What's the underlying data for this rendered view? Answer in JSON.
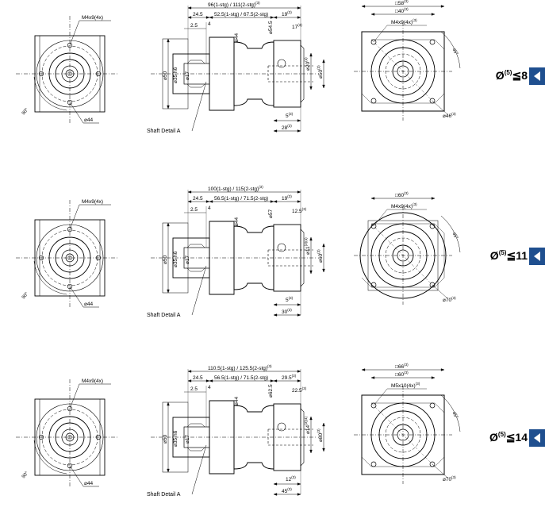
{
  "rows": [
    {
      "ratio_label": "Ø",
      "ratio_sup": "(5)",
      "ratio_value": "≦8",
      "front": {
        "screw": "M4x9(4x)",
        "angle": "90°",
        "dia": "⌀44"
      },
      "side": {
        "total_len": "96(1-stg) / 111(2-stg)",
        "total_sup": "(3)",
        "d1": "24.5",
        "d2": "52.5(1-stg) / 67.5(2-stg)",
        "d3": "19",
        "d3_sup": "(3)",
        "d4": "2.5",
        "d5": "4",
        "d6": "17",
        "d6_sup": "(3)",
        "dia_44": "⌀44",
        "dia_54": "⌀54.5",
        "dia_50": "⌀50",
        "dia_35": "⌀35 h6",
        "dia_17": "⌀17",
        "dia_20": "⌀20",
        "dia_20_sup": "(4)",
        "dia_fit": "⌀50",
        "dia_fit_sup": "(3)",
        "d_5": "5",
        "d_5_sup": "(3)",
        "d_28": "28",
        "d_28_sup": "(3)",
        "shaft_detail": "Shaft Detail A"
      },
      "end": {
        "sq_outer": "□58",
        "sq_outer_sup": "(3)",
        "sq_inner": "□40",
        "sq_inner_sup": "(3)",
        "screw": "M4x9(4x)",
        "screw_sup": "(3)",
        "angle": "45°",
        "dia": "⌀46",
        "dia_sup": "(3)"
      }
    },
    {
      "ratio_label": "Ø",
      "ratio_sup": "(5)",
      "ratio_value": "≦11",
      "front": {
        "screw": "M4x9(4x)",
        "angle": "90°",
        "dia": "⌀44"
      },
      "side": {
        "total_len": "100(1-stg) / 115(2-stg)",
        "total_sup": "(3)",
        "d1": "24.5",
        "d2": "56.5(1-stg) / 71.5(2-stg)",
        "d3": "19",
        "d3_sup": "(3)",
        "d4": "2.5",
        "d5": "4",
        "d6": "12.5",
        "d6_sup": "(3)",
        "dia_44": "⌀44",
        "dia_54": "⌀57",
        "dia_50": "⌀50",
        "dia_35": "⌀35 h6",
        "dia_17": "⌀17",
        "dia_20": "⌀11",
        "dia_20_sup": "(3)(4)",
        "dia_fit": "⌀60",
        "dia_fit_sup": "(3)",
        "d_5": "5",
        "d_5_sup": "(3)",
        "d_28": "30",
        "d_28_sup": "(3)",
        "shaft_detail": "Shaft Detail A"
      },
      "end": {
        "sq_outer": "",
        "sq_outer_sup": "",
        "sq_inner": "□60",
        "sq_inner_sup": "(3)",
        "screw": "M4x9(4x)",
        "screw_sup": "(3)",
        "angle": "45°",
        "dia": "⌀70",
        "dia_sup": "(3)"
      }
    },
    {
      "ratio_label": "Ø",
      "ratio_sup": "(5)",
      "ratio_value": "≦14",
      "front": {
        "screw": "M4x9(4x)",
        "angle": "90°",
        "dia": "⌀44"
      },
      "side": {
        "total_len": "110.5(1-stg) / 125.5(2-stg)",
        "total_sup": "(3)",
        "d1": "24.5",
        "d2": "56.5(1-stg) / 71.5(2-stg)",
        "d3": "29.5",
        "d3_sup": "(3)",
        "d4": "2.5",
        "d5": "4",
        "d6": "22.5",
        "d6_sup": "(3)",
        "dia_44": "⌀44",
        "dia_54": "⌀62.5",
        "dia_50": "⌀50",
        "dia_35": "⌀35 h6",
        "dia_17": "⌀17",
        "dia_20": "⌀14",
        "dia_20_sup": "(3)(4)",
        "dia_fit": "⌀80",
        "dia_fit_sup": "(3)",
        "d_5": "12",
        "d_5_sup": "(3)",
        "d_28": "45",
        "d_28_sup": "(3)",
        "shaft_detail": "Shaft Detail A"
      },
      "end": {
        "sq_outer": "□66",
        "sq_outer_sup": "(3)",
        "sq_inner": "□60",
        "sq_inner_sup": "(3)",
        "screw": "M5x10(4x)",
        "screw_sup": "(3)",
        "angle": "45°",
        "dia": "⌀70",
        "dia_sup": "(3)"
      }
    }
  ],
  "colors": {
    "tag_bg": "#1f4f8f",
    "line": "#000000"
  }
}
